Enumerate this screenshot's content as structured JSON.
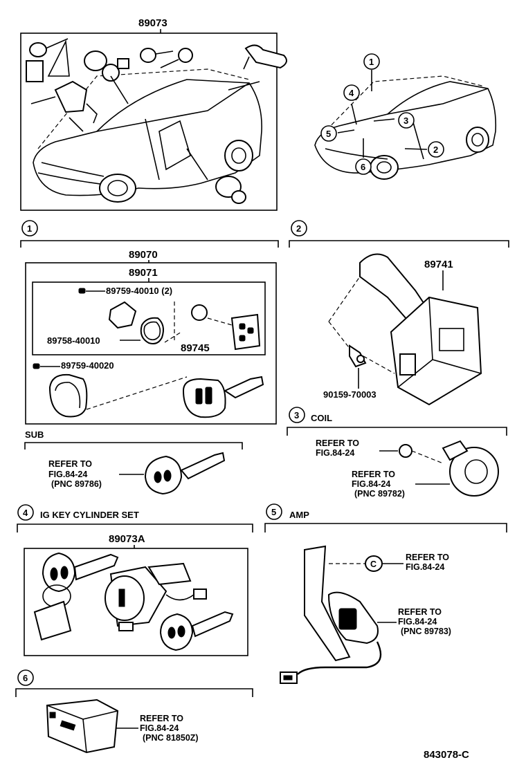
{
  "top_part_number": "89073",
  "callouts": [
    "1",
    "2",
    "3",
    "4",
    "5",
    "6"
  ],
  "section1": {
    "number": "1",
    "assembly": "89070",
    "sub_assembly": "89071",
    "screw_a": "89759-40010 (2)",
    "case": "89758-40010",
    "battery": "89745",
    "screw_b": "89759-40020",
    "sub_label": "SUB",
    "sub_refer": [
      "REFER TO",
      "FIG.84-24",
      "(PNC 89786)"
    ]
  },
  "section2": {
    "number": "2",
    "ecu": "89741",
    "bolt": "90159-70003"
  },
  "section3": {
    "number": "3",
    "title": "COIL",
    "refer_a": [
      "REFER TO",
      "FIG.84-24"
    ],
    "refer_b": [
      "REFER TO",
      "FIG.84-24",
      "(PNC 89782)"
    ]
  },
  "section4": {
    "number": "4",
    "title": "IG KEY CYLINDER SET",
    "part": "89073A"
  },
  "section5": {
    "number": "5",
    "title": "AMP",
    "refer_a": [
      "REFER TO",
      "FIG.84-24"
    ],
    "refer_b": [
      "REFER TO",
      "FIG.84-24",
      "(PNC 89783)"
    ]
  },
  "section6": {
    "number": "6",
    "refer": [
      "REFER TO",
      "FIG.84-24",
      "(PNC 81850Z)"
    ]
  },
  "figure_code": "843078-C"
}
